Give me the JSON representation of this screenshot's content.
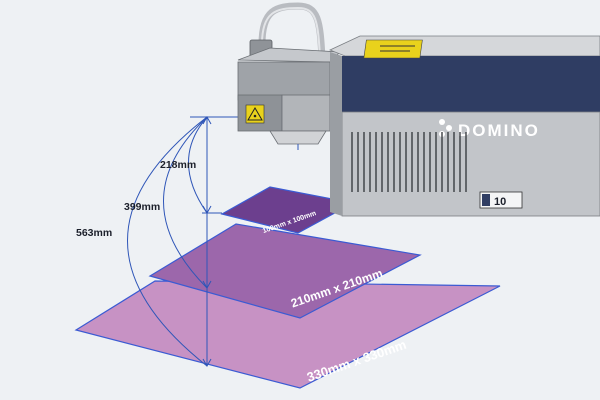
{
  "dimensions": {
    "focal_short": "218mm",
    "focal_mid": "399mm",
    "focal_long": "563mm"
  },
  "fields": {
    "small": "100mm x 100mm",
    "medium": "210mm x 210mm",
    "large": "330mm x 330mm"
  },
  "device": {
    "brand": "DOMINO",
    "badge_text": "10"
  },
  "colors": {
    "background": "#eef1f4",
    "plane_small": "#6c3f8e",
    "plane_medium": "#9c67ab",
    "plane_large": "#c792c4",
    "plane_edge": "#3b5bd3",
    "dimension_line": "#2f56b8",
    "laser_body": "#2f3d63",
    "warning_label": "#e9d21c"
  },
  "icons": [
    "laser-warning-icon",
    "domino-logo-icon"
  ]
}
